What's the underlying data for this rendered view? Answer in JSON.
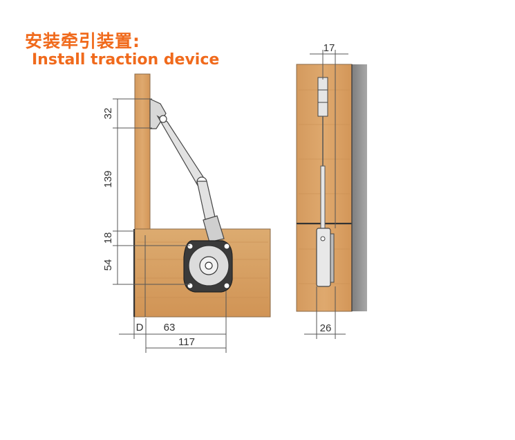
{
  "title_cn": "安装牵引装置:",
  "title_en": "Install traction device",
  "dimensions": {
    "d32": "32",
    "d139": "139",
    "d18": "18",
    "d54": "54",
    "dD": "D",
    "d63": "63",
    "d117": "117",
    "d17": "17",
    "d26": "26"
  },
  "colors": {
    "title": "#f06a1c",
    "wood": "#d9a165",
    "wall": "#9a9a9a"
  }
}
